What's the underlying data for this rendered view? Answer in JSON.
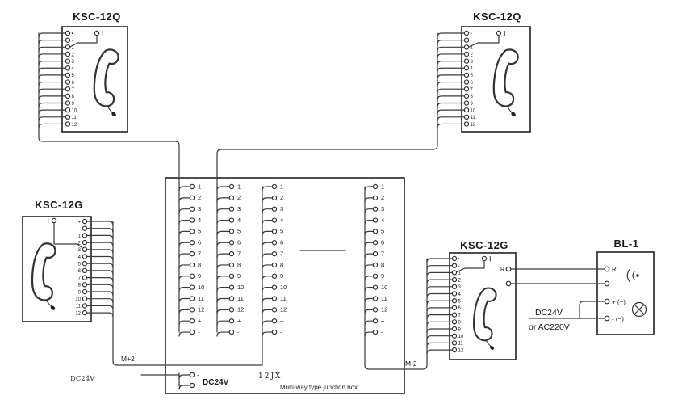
{
  "phone_q_left": {
    "title": "KSC-12Q",
    "switch_label": "I",
    "terminals": [
      "•",
      "-",
      "1",
      "2",
      "3",
      "4",
      "5",
      "6",
      "7",
      "8",
      "9",
      "10",
      "11",
      "12"
    ]
  },
  "phone_q_right": {
    "title": "KSC-12Q",
    "switch_label": "I",
    "terminals": [
      "•",
      "-",
      "1",
      "2",
      "3",
      "4",
      "5",
      "6",
      "7",
      "8",
      "9",
      "10",
      "11",
      "12"
    ]
  },
  "phone_g_left": {
    "title": "KSC-12G",
    "switch_label": "I",
    "terminals": [
      "+",
      "-",
      "1",
      "2",
      "3",
      "4",
      "5",
      "6",
      "7",
      "8",
      "9",
      "10",
      "11",
      "12"
    ]
  },
  "phone_g_right": {
    "title": "KSC-12G",
    "switch_label": "I",
    "terminals": [
      "•",
      "-",
      "1",
      "2",
      "3",
      "4",
      "5",
      "6",
      "7",
      "8",
      "9",
      "10",
      "11",
      "12"
    ],
    "aux_terminals": [
      "R",
      "-"
    ]
  },
  "junction_box": {
    "model": "12JX",
    "caption": "Multi-way type junction box",
    "power_label": "DC24V",
    "power_terminals": [
      "-",
      "+"
    ],
    "columns": [
      [
        "1",
        "2",
        "3",
        "4",
        "5",
        "6",
        "7",
        "8",
        "9",
        "10",
        "11",
        "12",
        "+",
        "-"
      ],
      [
        "1",
        "2",
        "3",
        "4",
        "5",
        "6",
        "7",
        "8",
        "9",
        "10",
        "11",
        "12",
        "+",
        "-"
      ],
      [
        "1",
        "2",
        "3",
        "4",
        "5",
        "6",
        "7",
        "8",
        "9",
        "10",
        "11",
        "12",
        "+",
        "-"
      ],
      [
        "1",
        "2",
        "3",
        "4",
        "5",
        "6",
        "7",
        "8",
        "9",
        "10",
        "11",
        "12",
        "+",
        "-"
      ]
    ]
  },
  "bell": {
    "title": "BL-1",
    "terminals": [
      "R",
      "-",
      "+ (~)",
      "- (~)"
    ]
  },
  "cables": {
    "left": "M+2",
    "right": "M-2"
  },
  "power_source_left": "DC24V",
  "bell_power": {
    "line1": "DC24V",
    "line2": "or  AC220V"
  },
  "colors": {
    "line": "#3a3a3a",
    "text": "#1a1a1a"
  }
}
